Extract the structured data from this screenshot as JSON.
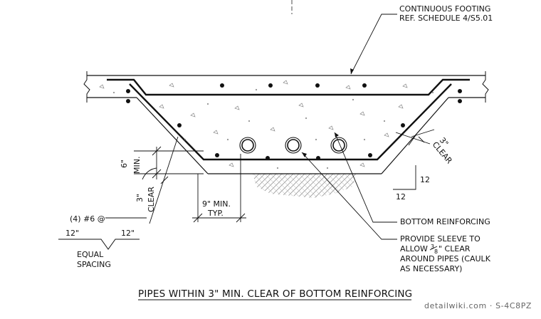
{
  "drawing": {
    "title": "PIPES WITHIN 3\" MIN. CLEAR OF BOTTOM REINFORCING",
    "watermark": "detailwiki.com · S-4C8PZ",
    "callouts": {
      "footing_line1": "CONTINUOUS FOOTING",
      "footing_line2": "REF. SCHEDULE 4/S5.01",
      "bottom_reinforcing": "BOTTOM REINFORCING",
      "sleeve_line1": "PROVIDE SLEEVE TO",
      "sleeve_line2_pre": "ALLOW ",
      "sleeve_num": "3",
      "sleeve_den": "8",
      "sleeve_line2_post": "\" CLEAR",
      "sleeve_line3": "AROUND PIPES (CAULK",
      "sleeve_line4": "AS NECESSARY)",
      "bars": "(4) #6 @",
      "equal": "EQUAL",
      "spacing": "SPACING"
    },
    "dimensions": {
      "six_min_a": "6\"",
      "six_min_b": "MIN.",
      "three_clear_left_a": "3\"",
      "three_clear_left_b": "CLEAR",
      "nine_min_a": "9\" MIN.",
      "nine_min_b": "TYP.",
      "three_clear_right_a": "3\"",
      "three_clear_right_b": "CLEAR",
      "spacing_left": "12\"",
      "spacing_right": "12\"",
      "slope_rise": "12",
      "slope_run": "12"
    }
  }
}
